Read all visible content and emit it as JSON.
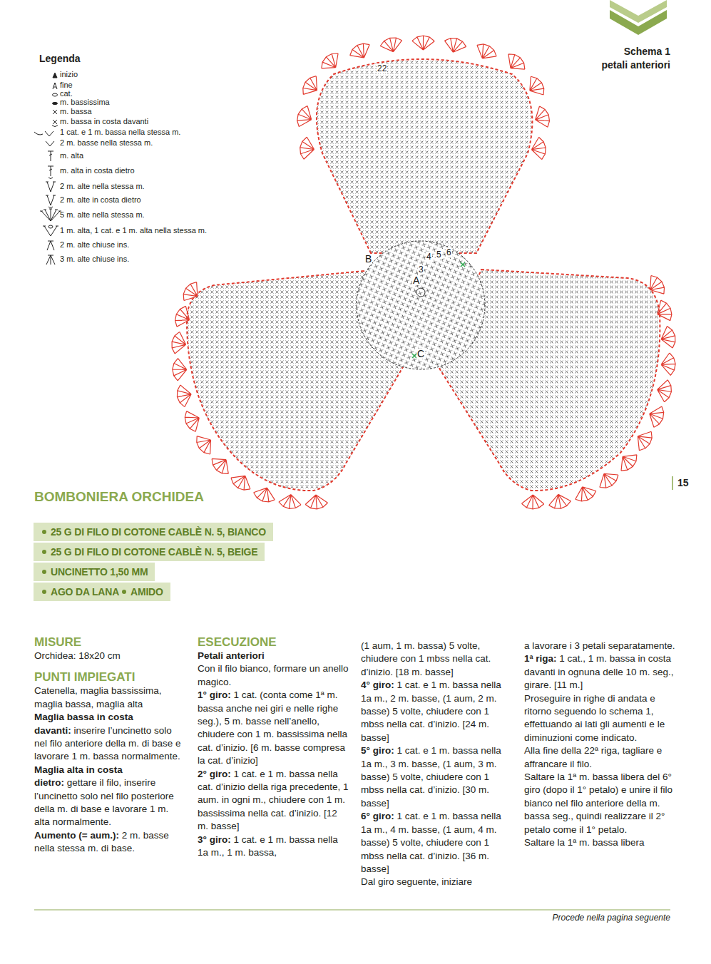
{
  "diagram": {
    "title": "BOMBONIERA ORCHIDEA",
    "nodes": [
      {
        "text": [
          "25 G DI FILO DI COTONE CABLÈ N. 5, BIANCO"
        ]
      },
      {
        "text": [
          "25 G DI FILO DI COTONE CABLÈ N. 5, BEIGE"
        ]
      },
      {
        "text": [
          "UNCINETTO 1,50 MM"
        ]
      },
      {
        "text": [
          "AGO DA LANA",
          "AMIDO"
        ]
      }
    ],
    "labels": [
      "Legenda",
      "Schema 1",
      "petali anteriori",
      "22",
      "B",
      "4",
      "5",
      "6",
      "3",
      "A",
      "C",
      "15",
      "MISURE",
      "Orchidea: 18x20 cm",
      "PUNTI IMPIEGATI",
      "Catenella, maglia bassissima, maglia bassa, maglia alta",
      "Maglia bassa in costa davanti:",
      "inserire l’uncinetto solo nel filo anteriore della m. di base e lavorare 1 m. bassa normalmente.",
      "Maglia alta in costa dietro:",
      "gettare il filo, inserire l’uncinetto solo nel filo posteriore della m. di base e lavorare 1 m. alta normalmente.",
      "Aumento (= aum.):",
      "2 m. basse nella stessa m. di base.",
      "ESECUZIONE",
      "Petali anteriori",
      "Con il filo bianco, formare un anello magico.",
      "1° giro:",
      "1 cat. (conta come 1ª m. bassa anche nei giri e nelle righe seg.), 5 m. basse nell’anello, chiudere con 1 m. bassissima nella cat. d’inizio. [6 m. basse compresa la cat. d’inizio]",
      "2° giro:",
      "1 cat. e 1 m. bassa nella cat. d’inizio della riga precedente, 1 aum. in ogni m., chiudere con 1 m. bassissima nella cat. d’inizio. [12 m. basse]",
      "3° giro:",
      "1 cat. e 1 m. bassa nella 1a m., 1 m. bassa,",
      "(1 aum, 1 m. bassa) 5 volte, chiudere con 1 mbss nella cat. d’inizio. [18 m. basse]",
      "4° giro:",
      "1 cat. e 1 m. bassa nella 1a m., 2 m. basse, (1 aum, 2 m. basse) 5 volte, chiudere con 1 mbss nella cat. d’inizio. [24 m. basse]",
      "5° giro:",
      "1 cat. e 1 m. bassa nella 1a m., 3 m. basse, (1 aum, 3 m. basse) 5 volte, chiudere con 1 mbss nella cat. d’inizio. [30 m. basse]",
      "6° giro:",
      "1 cat. e 1 m. bassa nella 1a m., 4 m. basse, (1 aum, 4 m. basse) 5 volte, chiudere con 1 mbss nella cat. d’inizio. [36 m. basse]",
      "Dal giro seguente, iniziare",
      "a lavorare i 3 petali separatamente.",
      "1ª riga:",
      "1 cat., 1 m. bassa in costa davanti in ognuna delle 10 m. seg., girare. [11 m.]",
      "Proseguire in righe di andata e ritorno seguendo lo schema 1, effettuando ai lati gli aumenti e le diminuzioni come indicato.",
      "Alla fine della 22ª riga, tagliare e affrancare il filo.",
      "Saltare la 1ª m. bassa libera del 6° giro (dopo il 1° petalo) e unire il filo bianco nel filo anteriore della m. bassa seg., quindi realizzare il 2° petalo come il 1° petalo.",
      "Saltare la 1ª m. bassa libera",
      "Procede nella pagina seguente"
    ],
    "legend": [
      {
        "text": "inizio"
      },
      {
        "text": "fine"
      },
      {
        "text": "cat."
      },
      {
        "text": "m. bassissima"
      },
      {
        "text": "m. bassa"
      },
      {
        "text": "m. bassa in costa davanti"
      },
      {
        "text": "1 cat. e 1 m. bassa nella stessa m."
      },
      {
        "text": "2 m. basse nella stessa m."
      },
      {
        "text": "m. alta"
      },
      {
        "text": "m. alta in costa dietro"
      },
      {
        "text": "2 m. alte nella stessa m."
      },
      {
        "text": "2 m. alte in costa dietro"
      },
      {
        "text": "5 m. alte nella stessa m."
      },
      {
        "text": "1 m. alta, 1 cat. e 1 m. alta nella stessa m."
      },
      {
        "text": "2 m. alte chiuse ins."
      },
      {
        "text": "3 m. alte chiuse ins."
      }
    ]
  }
}
